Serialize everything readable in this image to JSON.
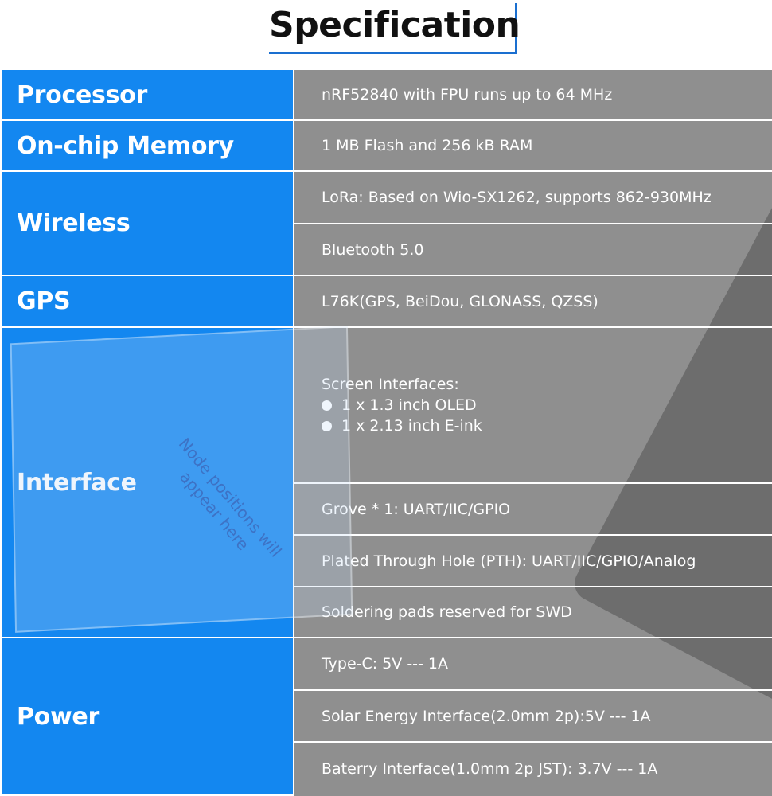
{
  "title": "Specification",
  "overlay_text": "Node positions will appear here",
  "colors": {
    "label_bg": "#1387f0",
    "value_bg": "#8f8f8f",
    "accent": "#1a6fd0"
  },
  "rows": {
    "processor": {
      "label": "Processor",
      "value": "nRF52840 with FPU runs up to 64 MHz"
    },
    "memory": {
      "label": "On-chip Memory",
      "value": "1 MB Flash and 256 kB RAM"
    },
    "wireless": {
      "label": "Wireless",
      "lora": "LoRa: Based on Wio-SX1262, supports 862-930MHz",
      "bluetooth": "Bluetooth 5.0"
    },
    "gps": {
      "label": "GPS",
      "value": "L76K(GPS, BeiDou, GLONASS, QZSS)"
    },
    "interface": {
      "label": "Interface",
      "screen_heading": "Screen Interfaces:",
      "screen_items": [
        "1 x 1.3 inch OLED",
        "1 x 2.13 inch E-ink"
      ],
      "grove": "Grove * 1: UART/IIC/GPIO",
      "pth": "Plated Through Hole (PTH): UART/IIC/GPIO/Analog",
      "swd": "Soldering pads reserved for SWD"
    },
    "power": {
      "label": "Power",
      "typec": "Type-C: 5V --- 1A",
      "solar": "Solar Energy Interface(2.0mm 2p):5V --- 1A",
      "battery": "Baterry Interface(1.0mm 2p JST): 3.7V --- 1A"
    }
  }
}
